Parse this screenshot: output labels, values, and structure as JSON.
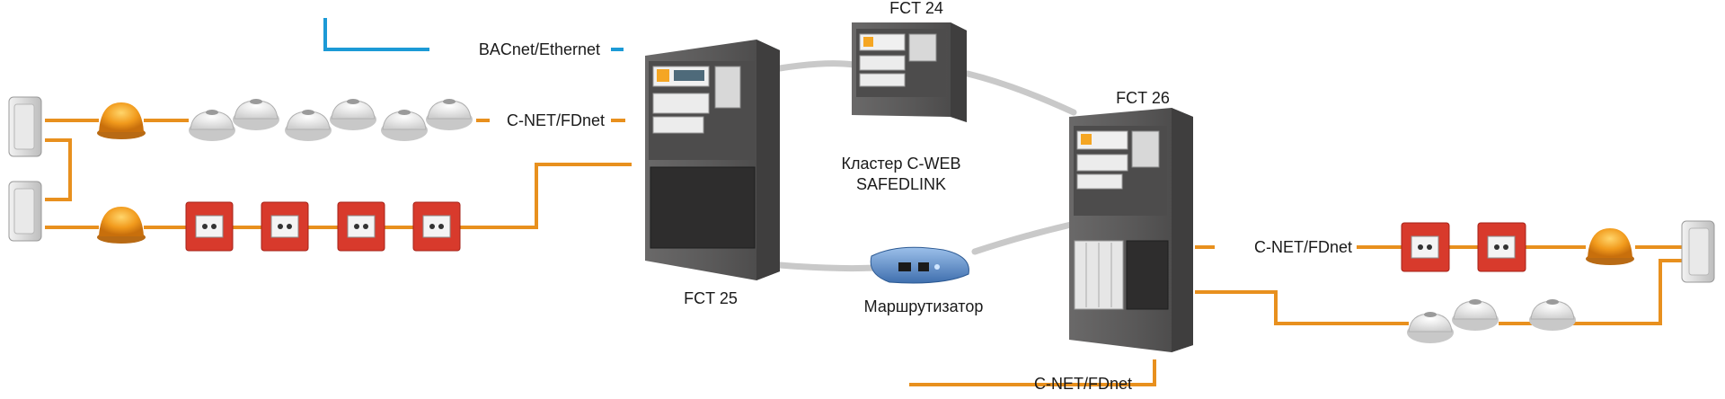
{
  "labels": {
    "bacnet": "BACnet/Ethernet",
    "cnet_left": "C-NET/FDnet",
    "cnet_right": "C-NET/FDnet",
    "cnet_bottom": "C-NET/FDnet",
    "fct24": "FCT 24",
    "fct25": "FCT 25",
    "fct26": "FCT 26",
    "cluster_line1": "Кластер C-WEB",
    "cluster_line2": "SAFEDLINK",
    "router": "Маршрутизатор"
  },
  "colors": {
    "fdnet": "#e8901e",
    "bacnet": "#1c9ad6",
    "cluster_link": "#c9c9c9",
    "panel": "#5b5a5a",
    "panel_dark": "#3f3e3e",
    "manual_call_point": "#d83a2c",
    "beacon": "#f19a1c"
  },
  "devices": {
    "sounders": [
      "sounder",
      "sounder",
      "sounder"
    ],
    "beacons": [
      "beacon",
      "beacon",
      "beacon"
    ],
    "smoke_detectors": 9,
    "manual_call_points": 6,
    "panels": [
      "FCT 25",
      "FCT 24",
      "FCT 26"
    ],
    "router": "router-device"
  }
}
